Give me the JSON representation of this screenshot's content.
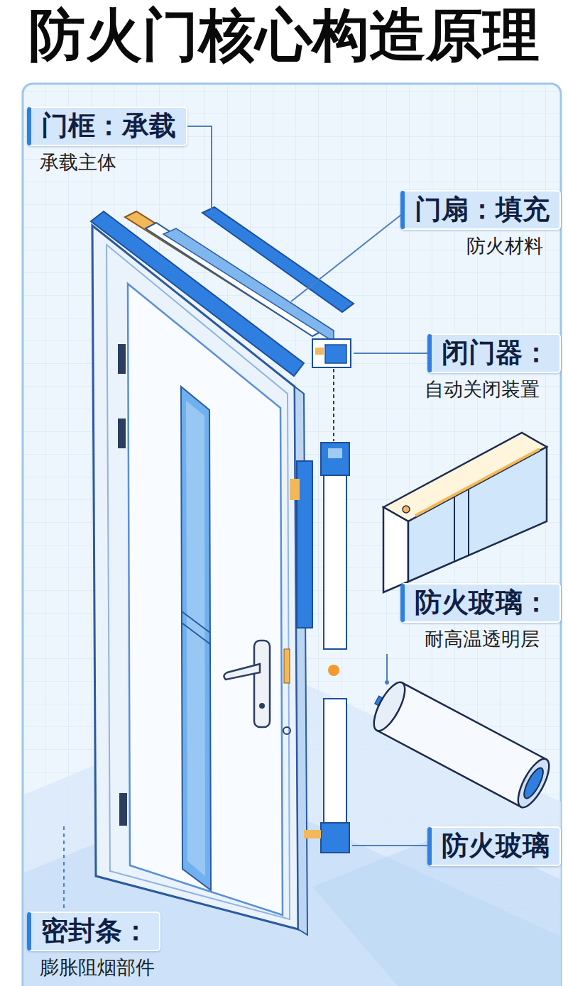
{
  "diagram": {
    "title": "防火门核心构造原理",
    "nodes": [
      {
        "text": [
          "门框：承载",
          "承载主体"
        ]
      },
      {
        "text": [
          "门扇：填充",
          "防火材料"
        ]
      },
      {
        "text": [
          "闭门器：",
          "自动关闭装置"
        ]
      },
      {
        "text": [
          "防火玻璃：",
          "耐高温透明层"
        ]
      },
      {
        "text": [
          "防火玻璃"
        ]
      },
      {
        "text": [
          "密封条：",
          "膨胀阻烟部件"
        ]
      }
    ]
  }
}
